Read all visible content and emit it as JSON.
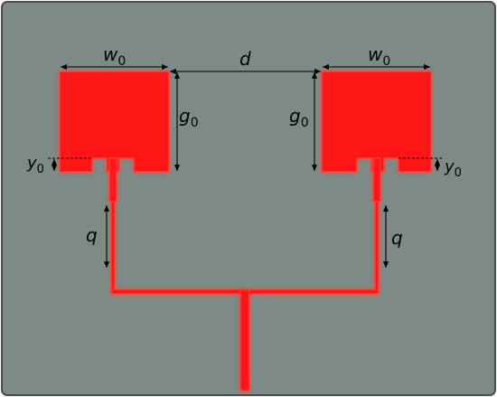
{
  "colors": {
    "substrate": "#7d8a86",
    "conductor": "#ff1414",
    "glow": "#ff4a3a",
    "frame": "#4b4b4b",
    "dimension": "#000000"
  },
  "labels": {
    "w0_left": {
      "main": "w",
      "sub": "0"
    },
    "w0_right": {
      "main": "w",
      "sub": "0"
    },
    "d": "d",
    "g0_left": {
      "main": "g",
      "sub": "0"
    },
    "g0_right": {
      "main": "g",
      "sub": "0"
    },
    "y0_left": {
      "main": "y",
      "sub": "0"
    },
    "y0_right": {
      "main": "y",
      "sub": "0"
    },
    "q_left": "q",
    "q_right": "q"
  }
}
